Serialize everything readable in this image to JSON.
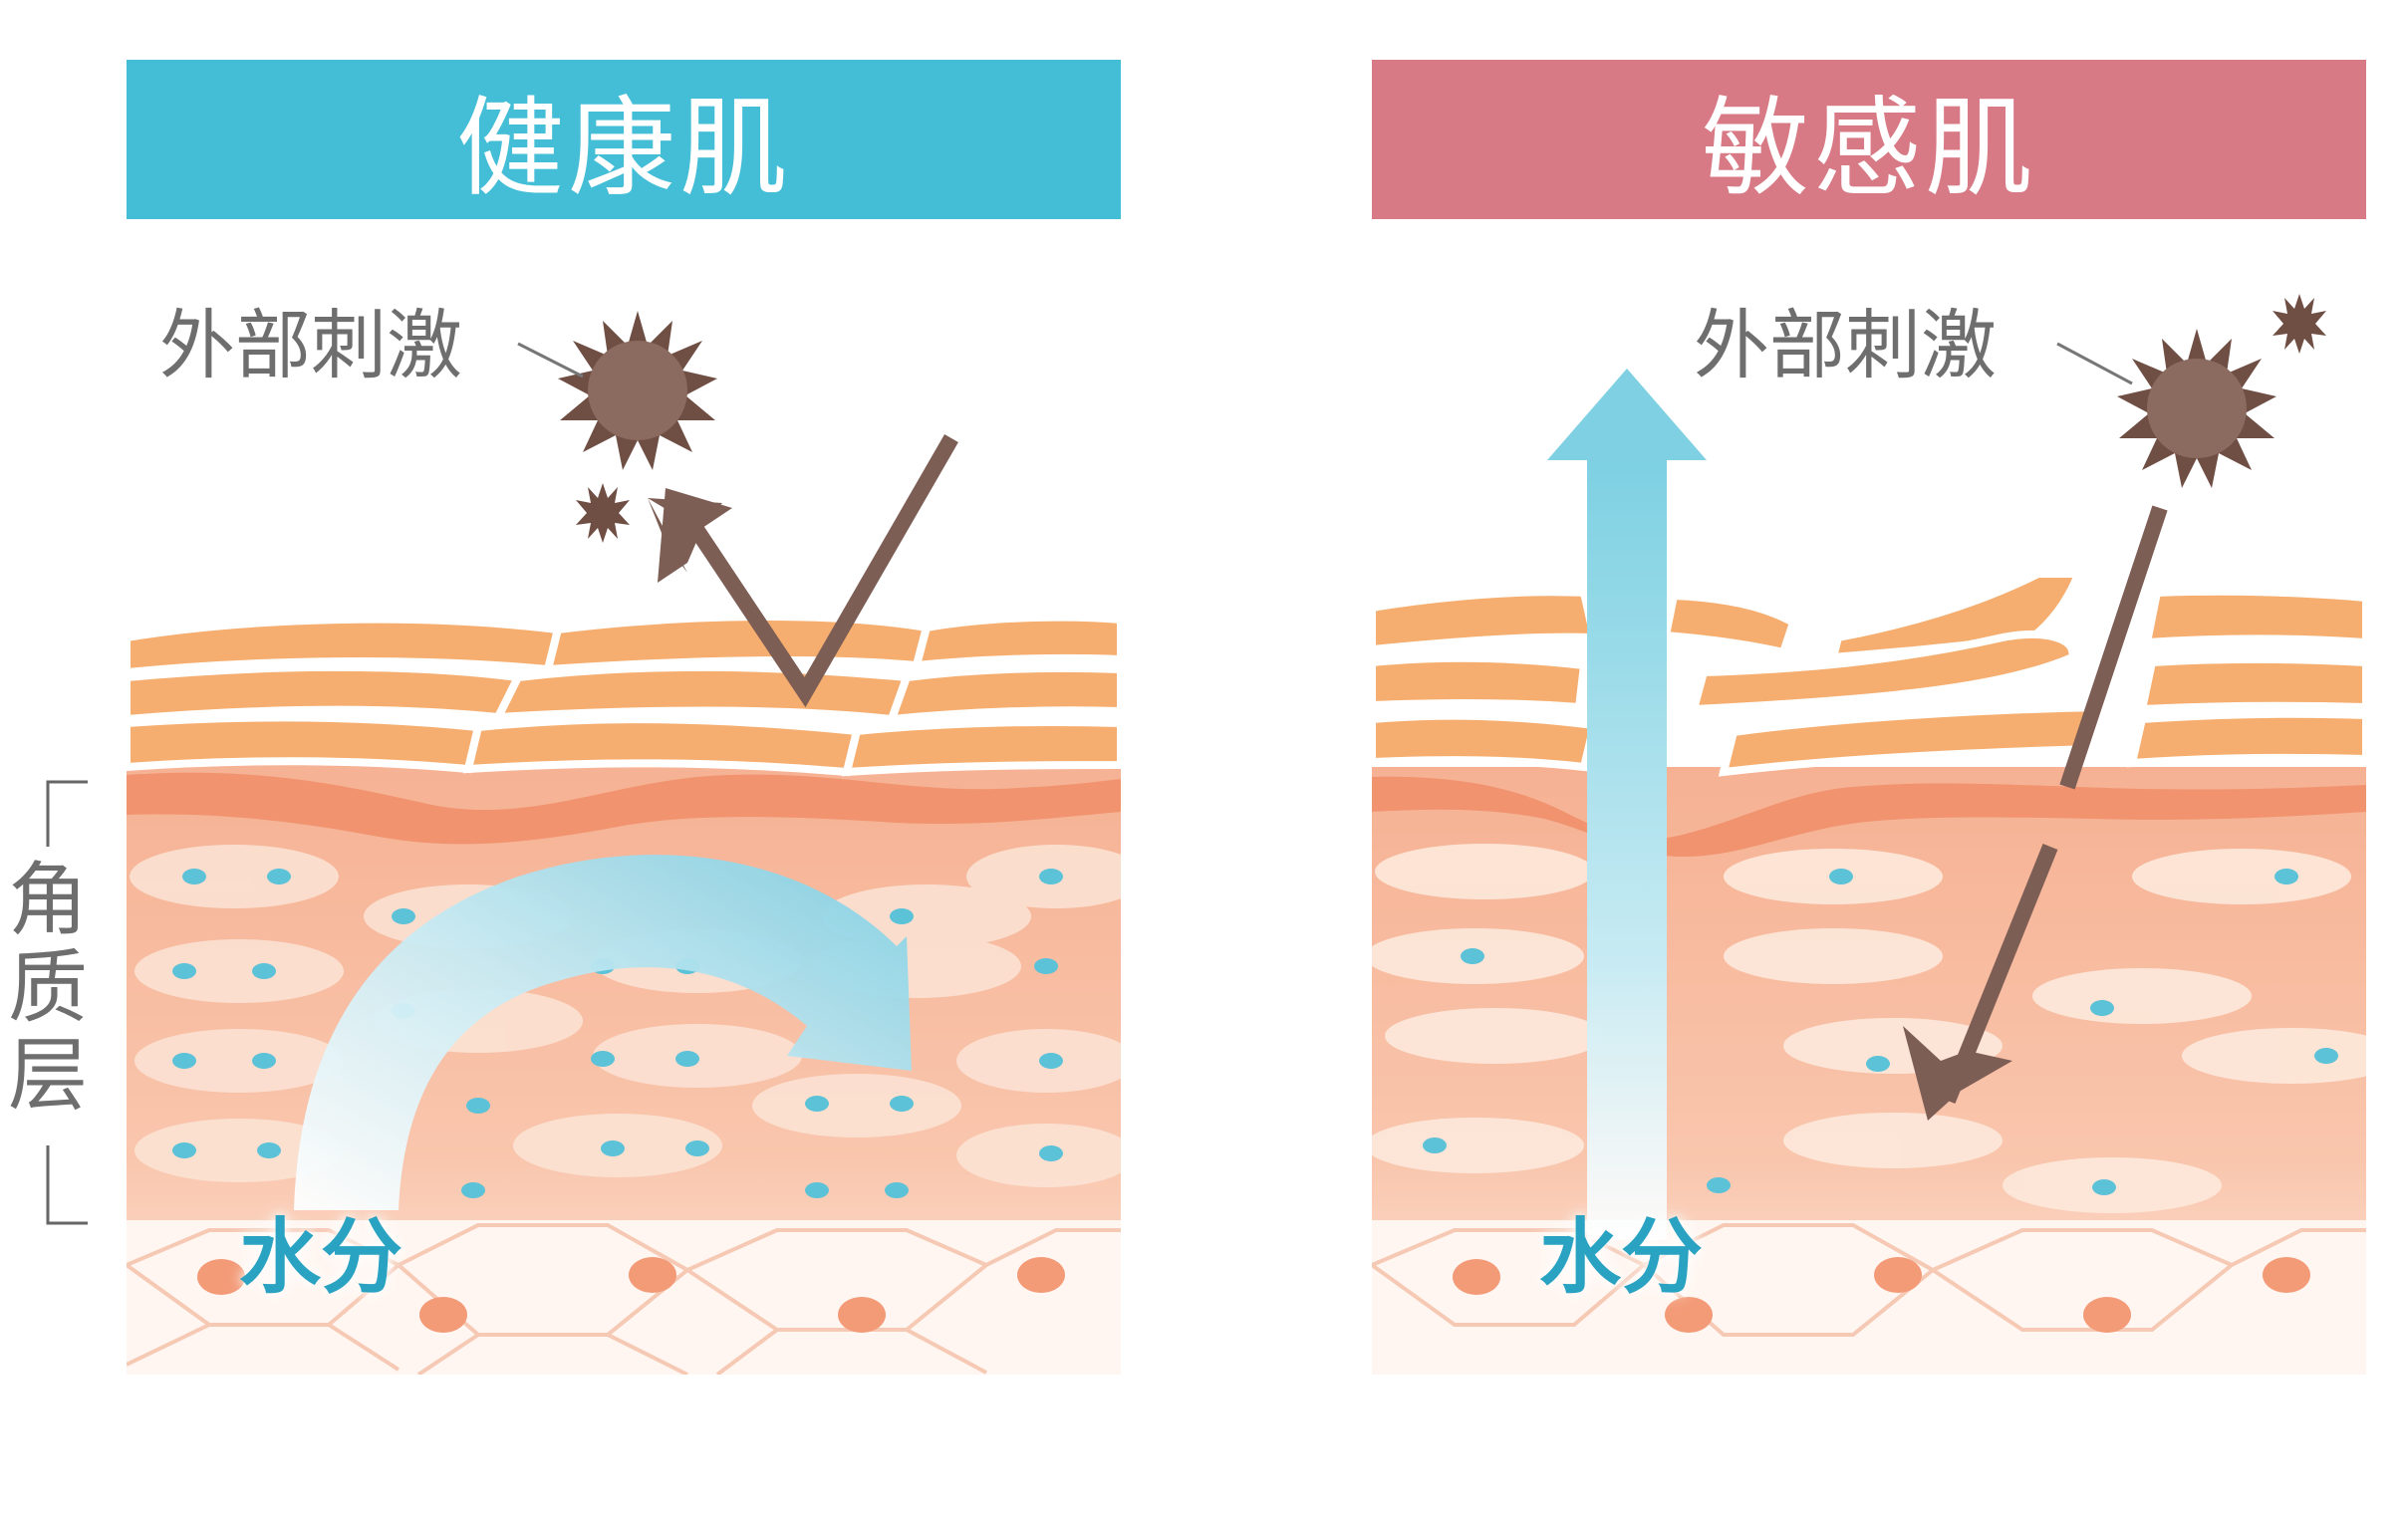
{
  "panels": {
    "healthy": {
      "title": "健康肌",
      "stimulus_label": "外部刺激",
      "water_label": "水分"
    },
    "sensitive": {
      "title": "敏感肌",
      "stimulus_label": "外部刺激",
      "water_label": "水分"
    }
  },
  "layer_label": "角质层",
  "colors": {
    "healthy_header": "#44bed6",
    "sensitive_header": "#d87a85",
    "scale_orange": "#f3a26b",
    "skin_pink": "#f7bba0",
    "water_blue": "#6cc6dc",
    "stimulus_brown": "#7d5e55"
  },
  "icons": [
    "germ-icon",
    "arrow-icon"
  ]
}
